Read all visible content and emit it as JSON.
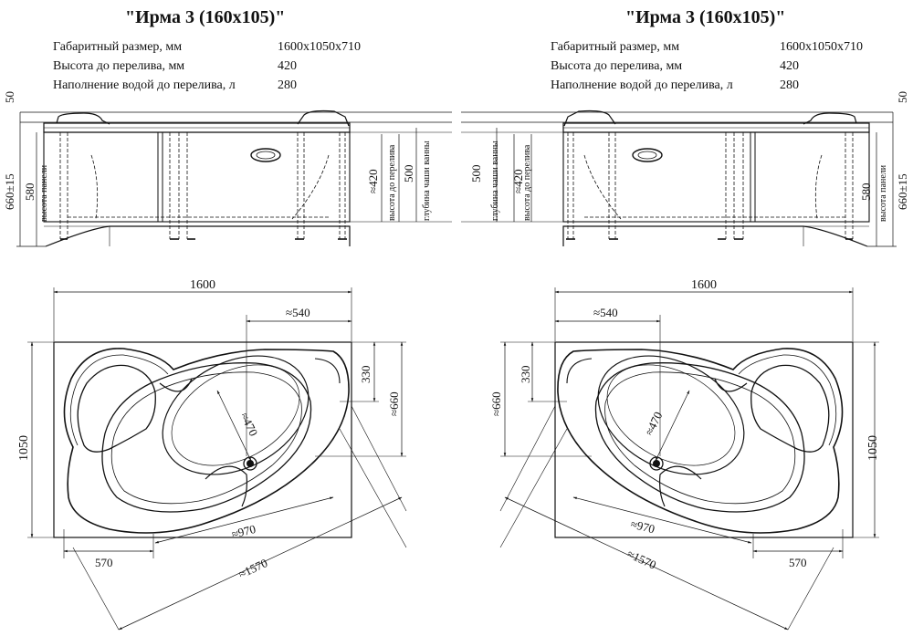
{
  "left": {
    "title": "\"Ирма 3 (160x105)\"",
    "specs": [
      {
        "label": "Габаритный размер, мм",
        "value": "1600x1050x710"
      },
      {
        "label": "Высота до перелива, мм",
        "value": "420"
      },
      {
        "label": "Наполнение водой до перелива, л",
        "value": "280"
      }
    ],
    "side_dims": {
      "top_gap": "50",
      "height_outer": "660±15",
      "panel_h": "580",
      "panel_label": "высота панели",
      "overflow": "≈420",
      "overflow_label": "высота до перелива",
      "bowl": "500",
      "bowl_label": "глубина чаши ванны"
    },
    "plan_dims": {
      "length": "1600",
      "width": "1050",
      "d540": "≈540",
      "d330": "330",
      "d660": "≈660",
      "d470": "≈470",
      "d970": "≈970",
      "d570": "570",
      "d1570": "≈1570"
    }
  },
  "right": {
    "title": "\"Ирма 3 (160x105)\"",
    "specs": [
      {
        "label": "Габаритный размер, мм",
        "value": "1600x1050x710"
      },
      {
        "label": "Высота до перелива, мм",
        "value": "420"
      },
      {
        "label": "Наполнение водой до перелива, л",
        "value": "280"
      }
    ],
    "side_dims": {
      "top_gap": "50",
      "height_outer": "660±15",
      "panel_h": "580",
      "panel_label": "высота панели",
      "overflow": "≈420",
      "overflow_label": "высота до перелива",
      "bowl": "500",
      "bowl_label": "глубина чаши ванны"
    },
    "plan_dims": {
      "length": "1600",
      "width": "1050",
      "d540": "≈540",
      "d330": "330",
      "d660": "≈660",
      "d470": "≈470",
      "d970": "≈970",
      "d570": "570",
      "d1570": "≈1570"
    }
  }
}
